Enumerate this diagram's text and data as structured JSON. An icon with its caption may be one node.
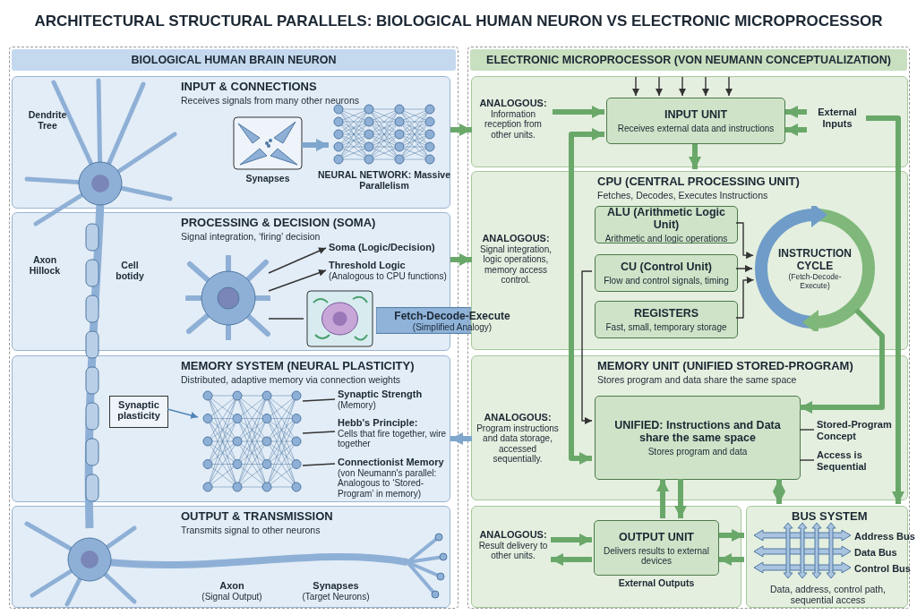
{
  "diagram": {
    "title": "ARCHITECTURAL STRUCTURAL PARALLELS: BIOLOGICAL HUMAN NEURON VS ELECTRONIC MICROPROCESSOR",
    "nodes": [
      {
        "text": [
          "BIOLOGICAL HUMAN BRAIN NEURON"
        ]
      },
      {
        "text": [
          "INPUT & CONNECTIONS",
          "Receives signals from many other neurons"
        ],
        "in": 0
      },
      {
        "text": [],
        "shape": "picture",
        "beside": [
          "Synapses"
        ],
        "in": 1
      },
      {
        "text": [],
        "shape": "picture",
        "beside": [
          "NEURAL NETWORK: Massive Parallelism"
        ],
        "in": 1
      },
      {
        "text": [
          "PROCESSING & DECISION (SOMA)",
          "Signal integration, ‘firing’ decision"
        ],
        "in": 0
      },
      {
        "text": [],
        "shape": "picture",
        "in": 4
      },
      {
        "text": [
          "Soma (Logic/Decision)"
        ],
        "in": 4
      },
      {
        "text": [
          "Threshold Logic",
          "(Analogous to CPU functions)"
        ],
        "in": 4
      },
      {
        "text": [],
        "shape": "picture",
        "in": 4
      },
      {
        "text": [
          "Fetch-Decode-Execute",
          "(Simplified Analogy)"
        ]
      },
      {
        "text": [
          "MEMORY SYSTEM (NEURAL PLASTICITY)",
          "Distributed, adaptive memory via connection weights"
        ],
        "in": 0
      },
      {
        "text": [
          "Synaptic plasticity"
        ],
        "in": 10
      },
      {
        "text": [],
        "shape": "picture",
        "in": 10
      },
      {
        "text": [
          "Synaptic Strength",
          "(Memory)"
        ],
        "in": 10
      },
      {
        "text": [
          "Hebb's Principle:",
          "Cells that fire together, wire together"
        ],
        "in": 10
      },
      {
        "text": [
          "Connectionist Memory",
          "(von Neumann's parallel: Analogous to ‘Stored-Program’ in memory)"
        ],
        "in": 10
      },
      {
        "text": [
          "OUTPUT & TRANSMISSION",
          "Transmits signal to other neurons"
        ],
        "in": 0
      },
      {
        "text": [
          "Axon",
          "(Signal Output)"
        ],
        "in": 16
      },
      {
        "text": [
          "Synapses",
          "(Target Neurons)"
        ],
        "in": 16
      },
      {
        "text": [
          "ELECTRONIC MICROPROCESSOR (VON NEUMANN CONCEPTUALIZATION)"
        ]
      },
      {
        "text": [
          "ANALOGOUS:",
          "Information reception from other units."
        ],
        "in": 19
      },
      {
        "text": [
          "INPUT UNIT",
          "Receives external data and instructions"
        ],
        "in": 19
      },
      {
        "text": [
          "External Inputs"
        ],
        "in": 19
      },
      {
        "text": [
          "CPU (CENTRAL PROCESSING UNIT)",
          "Fetches, Decodes, Executes Instructions"
        ],
        "in": 19
      },
      {
        "text": [
          "ANALOGOUS:",
          "Signal integration, logic operations, memory access control."
        ],
        "in": 23
      },
      {
        "text": [
          "ALU (Arithmetic Logic Unit)",
          "Arithmetic and logic operations"
        ],
        "in": 23
      },
      {
        "text": [
          "CU (Control Unit)",
          "Flow and control signals, timing"
        ],
        "in": 23
      },
      {
        "text": [
          "REGISTERS",
          "Fast, small, temporary storage"
        ],
        "in": 23
      },
      {
        "text": [
          "INSTRUCTION CYCLE",
          "(Fetch-Decode-Execute)"
        ],
        "in": 23
      },
      {
        "text": [
          "MEMORY UNIT (UNIFIED STORED-PROGRAM)",
          "Stores program and data share the same space"
        ],
        "in": 19
      },
      {
        "text": [
          "ANALOGOUS:",
          "Program instructions and data storage, accessed sequentially."
        ],
        "in": 29
      },
      {
        "text": [
          "UNIFIED: Instructions and Data share the same space",
          "Stores program and data"
        ],
        "in": 29
      },
      {
        "text": [
          "Stored-Program Concept"
        ],
        "in": 29
      },
      {
        "text": [
          "Access is Sequential"
        ],
        "in": 29
      },
      {
        "text": [
          "ANALOGOUS:",
          "Result delivery to other units."
        ],
        "in": 19
      },
      {
        "text": [
          "OUTPUT UNIT",
          "Delivers results to external devices"
        ],
        "beside": [
          "External Outputs"
        ],
        "in": 19
      },
      {
        "text": [
          "BUS SYSTEM",
          "Data, address, control path, sequential access"
        ],
        "in": 19
      },
      {
        "text": [
          "Address Bus"
        ],
        "in": 36
      },
      {
        "text": [
          "Data Bus"
        ],
        "in": 36
      },
      {
        "text": [
          "Control Bus"
        ],
        "in": 36
      }
    ],
    "edges": [
      {
        "from": 2,
        "to": 3,
        "arrow": "to",
        "style": "thick",
        "color": "#7fa6cc"
      },
      {
        "from": 1,
        "to": 20,
        "arrow": "to",
        "style": "thick",
        "color": "#6aa86a"
      },
      {
        "from": 4,
        "to": 24,
        "arrow": "to",
        "style": "thick",
        "color": "#6aa86a"
      },
      {
        "from": 5,
        "to": 6,
        "arrow": "to",
        "color": "#333333"
      },
      {
        "from": 5,
        "to": 7,
        "arrow": "to",
        "color": "#333333"
      },
      {
        "from": 5,
        "to": 8,
        "arrow": "none",
        "color": "#333333"
      },
      {
        "from": 11,
        "to": 12,
        "arrow": "to",
        "color": "#4f86b8"
      },
      {
        "from": 12,
        "to": 13,
        "arrow": "none",
        "color": "#333333"
      },
      {
        "from": 12,
        "to": 14,
        "arrow": "none",
        "color": "#333333"
      },
      {
        "from": 12,
        "to": 15,
        "arrow": "none",
        "color": "#333333"
      },
      {
        "from": 30,
        "to": 10,
        "arrow": "to",
        "style": "thick",
        "color": "#7fa6cc"
      },
      {
        "from": null,
        "to": 21,
        "arrow": "to",
        "color": "#333333"
      },
      {
        "from": null,
        "to": 21,
        "arrow": "to",
        "color": "#333333"
      },
      {
        "from": null,
        "to": 21,
        "arrow": "to",
        "color": "#333333"
      },
      {
        "from": null,
        "to": 21,
        "arrow": "to",
        "color": "#333333"
      },
      {
        "from": null,
        "to": 21,
        "arrow": "to",
        "color": "#333333"
      },
      {
        "from": 20,
        "to": 21,
        "arrow": "to",
        "style": "thick",
        "color": "#6aa86a"
      },
      {
        "from": 22,
        "to": 21,
        "arrow": "to",
        "style": "thick",
        "color": "#6aa86a"
      },
      {
        "from": 22,
        "to": 21,
        "arrow": "to",
        "style": "thick",
        "color": "#6aa86a"
      },
      {
        "from": 22,
        "to": 36,
        "arrow": "to",
        "style": "thick",
        "color": "#6aa86a"
      },
      {
        "from": 21,
        "to": 23,
        "arrow": "to",
        "style": "thick",
        "color": "#6aa86a"
      },
      {
        "from": 25,
        "to": 28,
        "arrow": "to",
        "color": "#333333"
      },
      {
        "from": 26,
        "to": 28,
        "arrow": "to",
        "color": "#333333"
      },
      {
        "from": 27,
        "to": 28,
        "arrow": "to",
        "color": "#333333"
      },
      {
        "from": 26,
        "to": 31,
        "arrow": "to",
        "color": "#333333"
      },
      {
        "from": 31,
        "to": 21,
        "arrow": "both",
        "style": "thick",
        "color": "#6aa86a"
      },
      {
        "from": 28,
        "to": 31,
        "arrow": "to",
        "style": "thick",
        "color": "#6aa86a"
      },
      {
        "from": 32,
        "to": 31,
        "arrow": "none",
        "color": "#333333"
      },
      {
        "from": 33,
        "to": 31,
        "arrow": "none",
        "color": "#333333"
      },
      {
        "from": 34,
        "to": 35,
        "arrow": "to",
        "style": "thick",
        "color": "#6aa86a"
      },
      {
        "from": 35,
        "to": 34,
        "arrow": "to",
        "style": "thick",
        "color": "#6aa86a"
      },
      {
        "from": 35,
        "to": 36,
        "arrow": "to",
        "style": "thick",
        "color": "#6aa86a"
      },
      {
        "from": 36,
        "to": 35,
        "arrow": "to",
        "style": "thick",
        "color": "#6aa86a"
      },
      {
        "from": 35,
        "to": 31,
        "arrow": "to",
        "style": "thick",
        "color": "#6aa86a"
      },
      {
        "from": 31,
        "to": 35,
        "arrow": "to",
        "style": "thick",
        "color": "#6aa86a"
      },
      {
        "from": 31,
        "to": 36,
        "arrow": "both",
        "style": "thick",
        "color": "#6aa86a"
      }
    ],
    "labels": [
      "Dendrite Tree",
      "Axon Hillock",
      "Cell botidy"
    ]
  }
}
